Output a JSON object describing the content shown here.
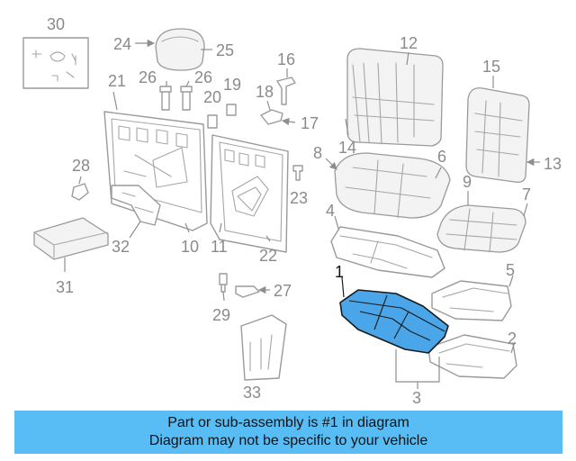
{
  "callouts": {
    "n1": "1",
    "n2": "2",
    "n3": "3",
    "n4": "4",
    "n5": "5",
    "n6": "6",
    "n7": "7",
    "n8": "8",
    "n9": "9",
    "n10": "10",
    "n11": "11",
    "n12": "12",
    "n13": "13",
    "n14": "14",
    "n15": "15",
    "n16": "16",
    "n17": "17",
    "n18": "18",
    "n19": "19",
    "n20": "20",
    "n21": "21",
    "n22": "22",
    "n23": "23",
    "n24": "24",
    "n25": "25",
    "n26a": "26",
    "n26b": "26",
    "n27": "27",
    "n28": "28",
    "n29": "29",
    "n30": "30",
    "n31": "31",
    "n32": "32",
    "n33": "33"
  },
  "highlight": {
    "part_number": "1",
    "color": "#4aa6e8"
  },
  "caption": {
    "line1": "Part or sub-assembly is #1 in diagram",
    "line2": "Diagram may not be specific to your vehicle",
    "background": "#59bdf5"
  }
}
